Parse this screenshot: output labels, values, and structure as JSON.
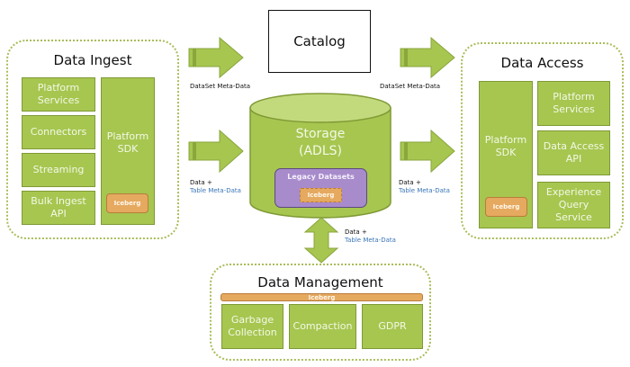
{
  "catalog": {
    "label": "Catalog"
  },
  "data_ingest": {
    "title": "Data Ingest",
    "items": [
      "Platform\nServices",
      "Connectors",
      "Streaming",
      "Bulk Ingest\nAPI"
    ],
    "sdk": {
      "label": "Platform\nSDK",
      "badge": "Iceberg"
    }
  },
  "storage": {
    "label": "Storage\n(ADLS)",
    "legacy": {
      "label": "Legacy Datasets",
      "badge": "Iceberg"
    }
  },
  "data_access": {
    "title": "Data Access",
    "sdk": {
      "label": "Platform\nSDK",
      "badge": "Iceberg"
    },
    "items": [
      "Platform\nServices",
      "Data Access\nAPI",
      "Experience\nQuery\nService"
    ]
  },
  "data_management": {
    "title": "Data Management",
    "bar": "Iceberg",
    "items": [
      "Garbage\nCollection",
      "Compaction",
      "GDPR"
    ]
  },
  "arrows": {
    "ingest_to_catalog": {
      "line1": "DataSet Meta-Data"
    },
    "catalog_to_access": {
      "line1": "DataSet Meta-Data"
    },
    "ingest_to_storage": {
      "line1": "Data +",
      "line2": "Table Meta-Data"
    },
    "storage_to_access": {
      "line1": "Data +",
      "line2": "Table Meta-Data"
    },
    "storage_management": {
      "line1": "Data +",
      "line2": "Table Meta-Data"
    }
  },
  "colors": {
    "green": "#a6c650",
    "green_border": "#7f9a35",
    "orange": "#e5a960",
    "purple": "#a78bcb",
    "link_blue": "#3a76b8"
  }
}
